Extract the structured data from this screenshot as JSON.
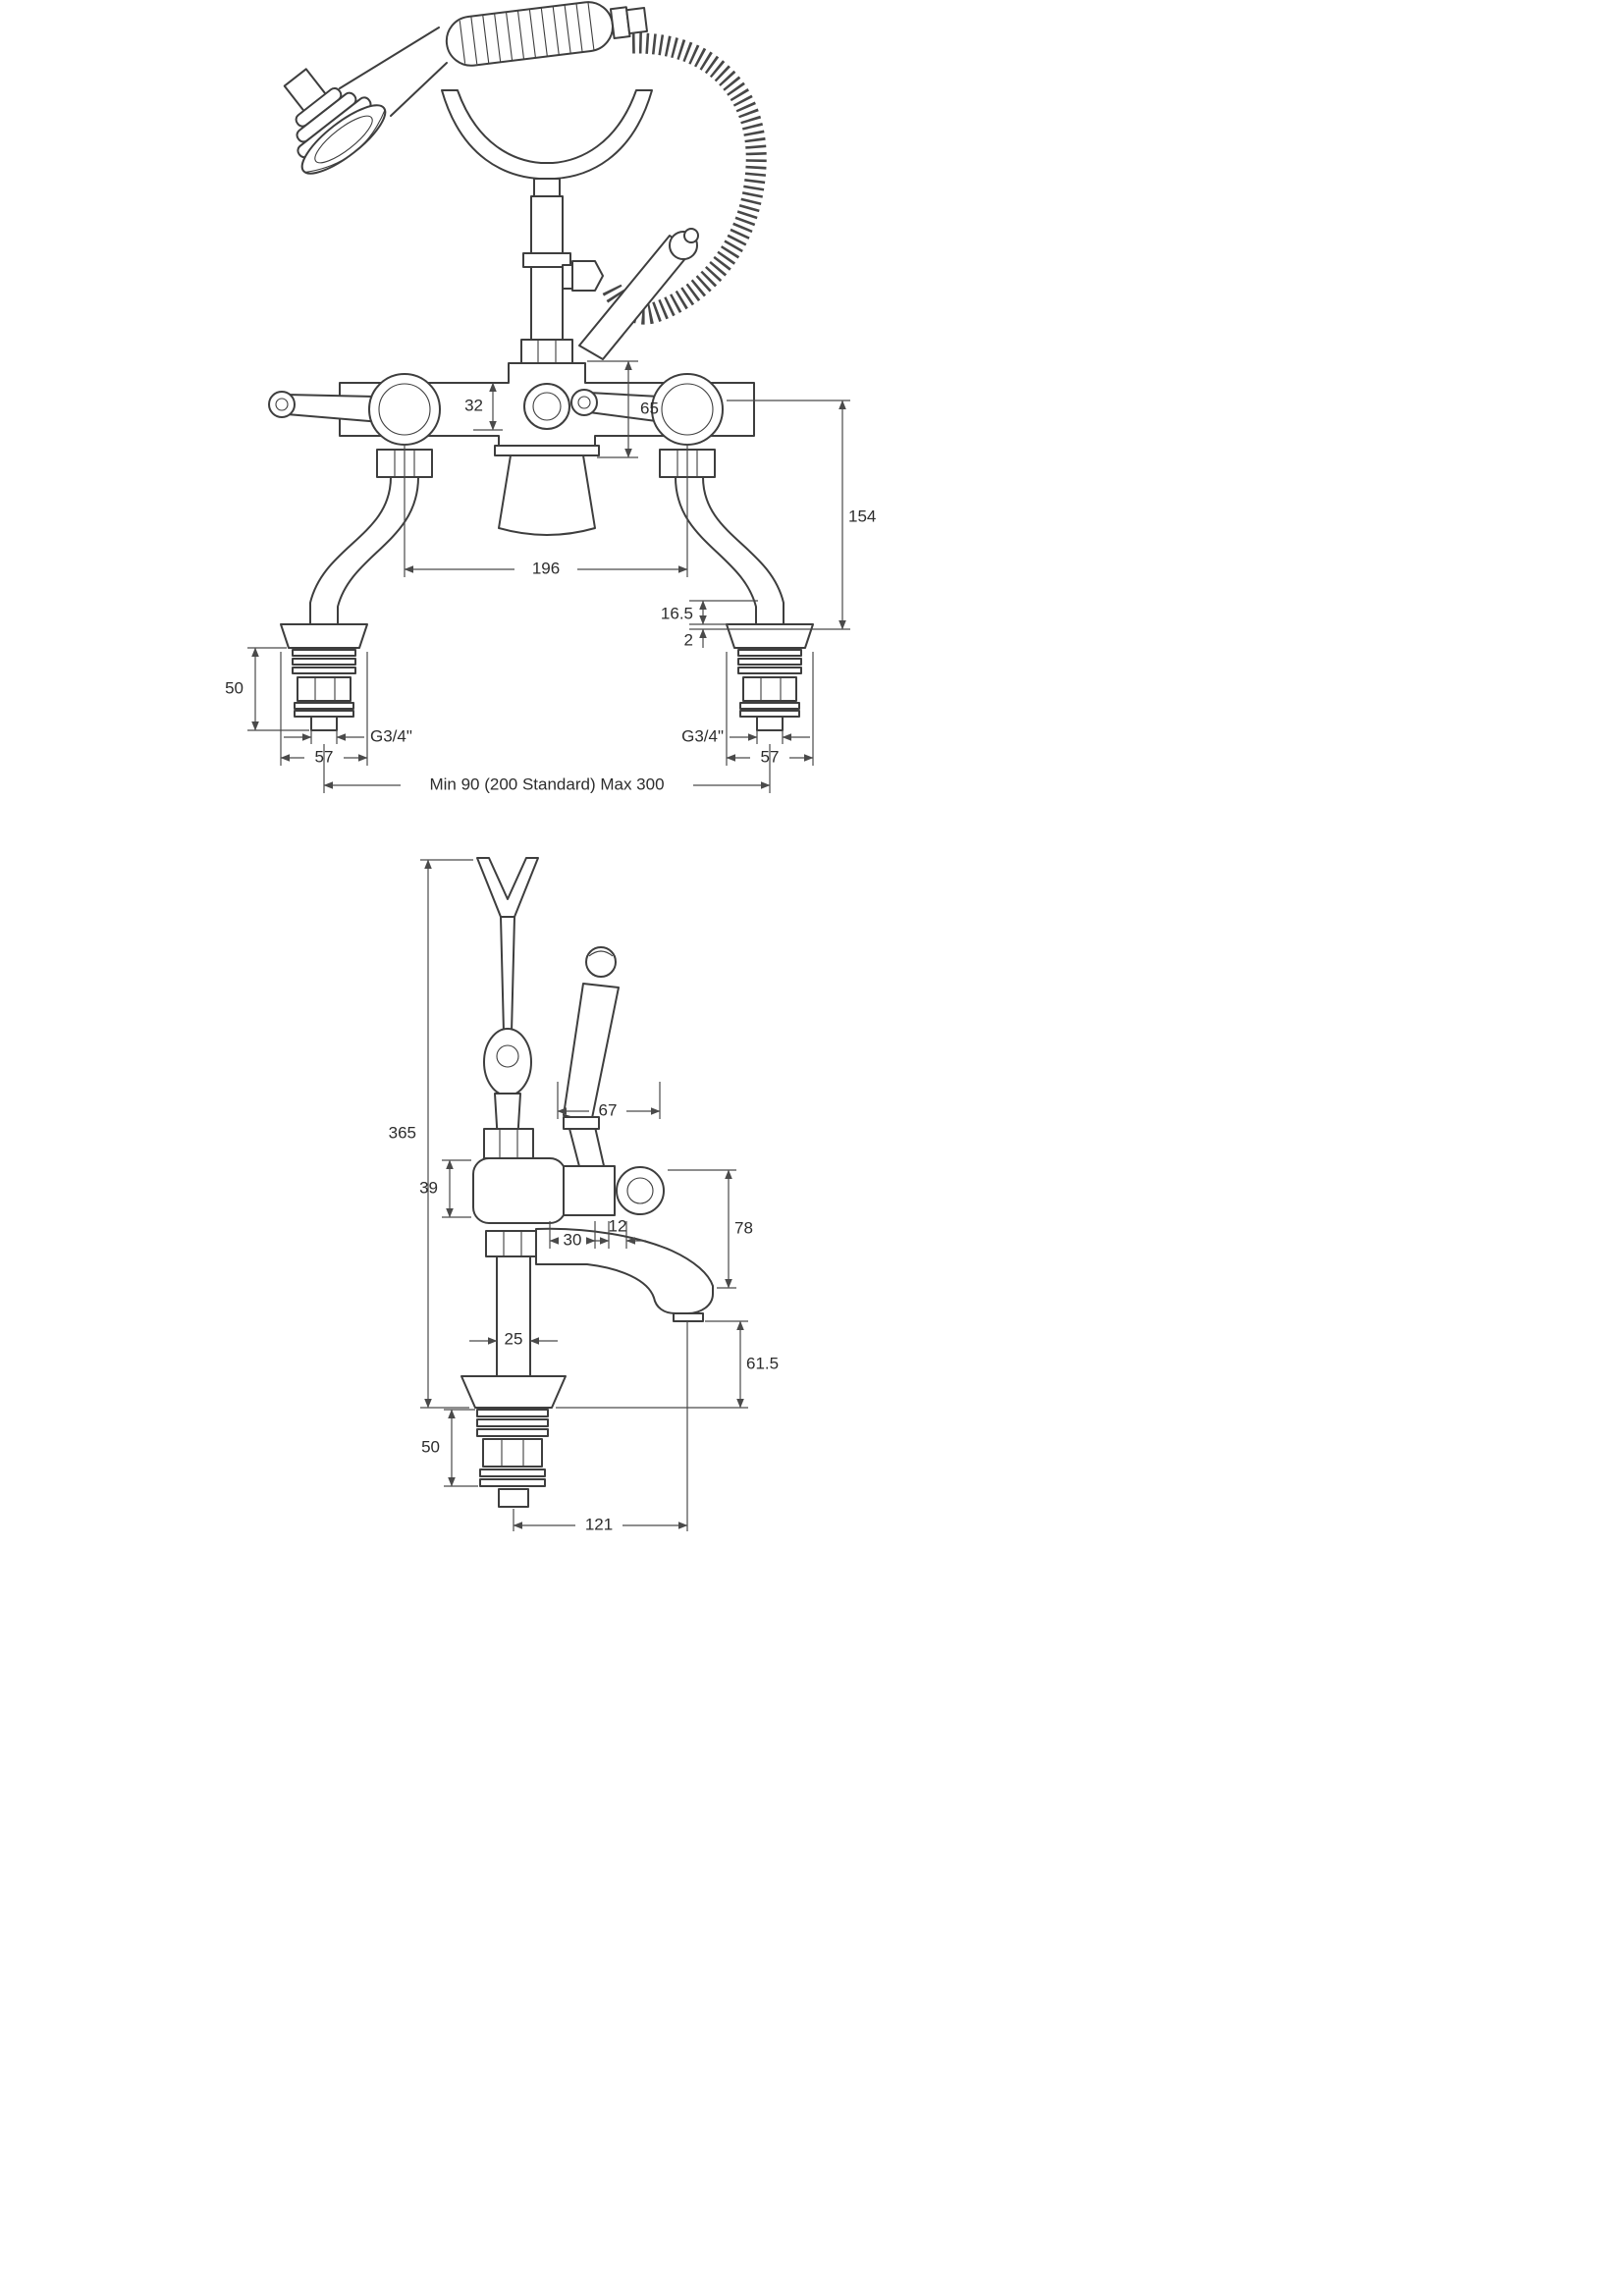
{
  "diagram": {
    "front_view": {
      "w32": "32",
      "h65": "65",
      "h154": "154",
      "w196": "196",
      "h16_5": "16.5",
      "t2": "2",
      "h50": "50",
      "thread_left": "G3/4\"",
      "thread_right": "G3/4\"",
      "w57_left": "57",
      "w57_right": "57",
      "span": "Min 90 (200 Standard) Max 300"
    },
    "side_view": {
      "h365": "365",
      "h39": "39",
      "w67": "67",
      "w30": "30",
      "w12": "12",
      "h78": "78",
      "w25": "25",
      "h61_5": "61.5",
      "h50": "50",
      "w121": "121"
    },
    "colors": {
      "line": "#3e3e3e",
      "dimension": "#4a4a4a",
      "text": "#2d2d2d",
      "background": "#ffffff"
    }
  }
}
